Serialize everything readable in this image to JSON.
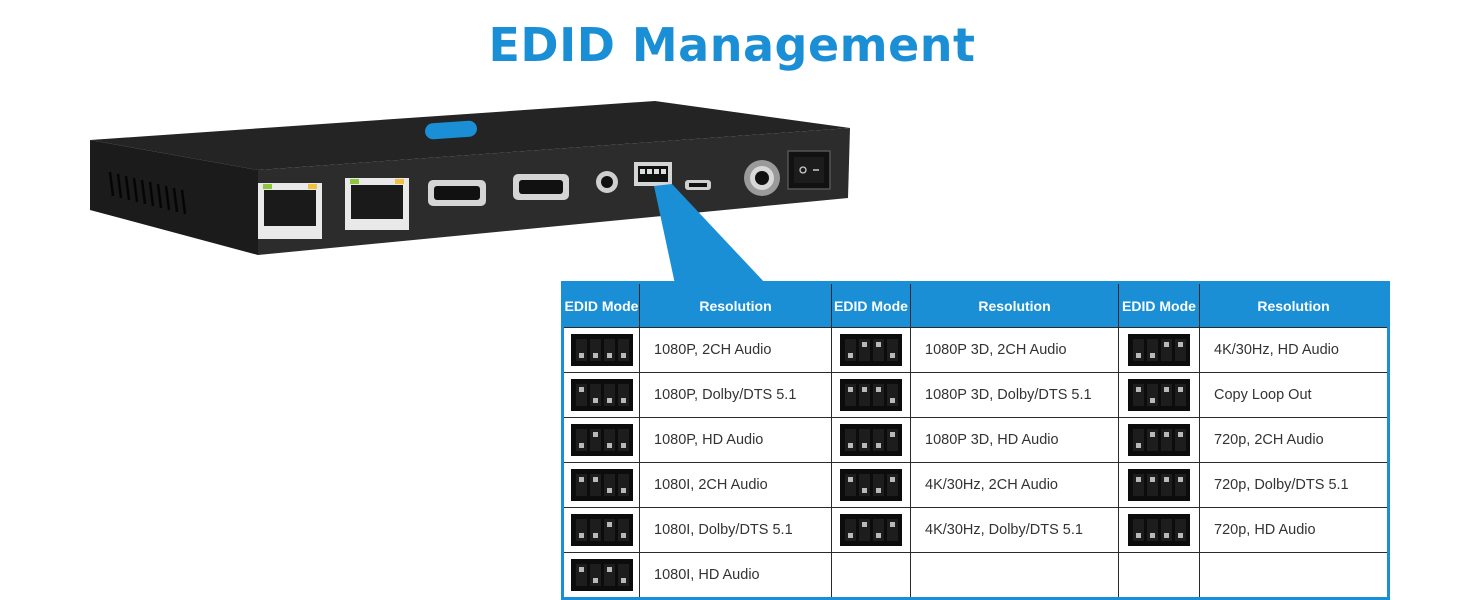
{
  "title": "EDID Management",
  "colors": {
    "accent": "#1a8fd6",
    "device_body": "#2a2a2a"
  },
  "table": {
    "headers": [
      "EDID Mode",
      "Resolution",
      "EDID Mode",
      "Resolution",
      "EDID Mode",
      "Resolution"
    ],
    "rows": [
      [
        {
          "switches": [
            0,
            0,
            0,
            0
          ],
          "label": "1080P, 2CH Audio"
        },
        {
          "switches": [
            0,
            1,
            1,
            0
          ],
          "label": "1080P 3D, 2CH Audio"
        },
        {
          "switches": [
            0,
            0,
            1,
            1
          ],
          "label": "4K/30Hz, HD Audio"
        }
      ],
      [
        {
          "switches": [
            1,
            0,
            0,
            0
          ],
          "label": "1080P, Dolby/DTS 5.1"
        },
        {
          "switches": [
            1,
            1,
            1,
            0
          ],
          "label": "1080P 3D, Dolby/DTS 5.1"
        },
        {
          "switches": [
            1,
            0,
            1,
            1
          ],
          "label": "Copy Loop Out"
        }
      ],
      [
        {
          "switches": [
            0,
            1,
            0,
            0
          ],
          "label": "1080P, HD Audio"
        },
        {
          "switches": [
            0,
            0,
            0,
            1
          ],
          "label": "1080P 3D, HD Audio"
        },
        {
          "switches": [
            0,
            1,
            1,
            1
          ],
          "label": "720p, 2CH Audio"
        }
      ],
      [
        {
          "switches": [
            1,
            1,
            0,
            0
          ],
          "label": "1080I, 2CH Audio"
        },
        {
          "switches": [
            1,
            0,
            0,
            1
          ],
          "label": "4K/30Hz, 2CH Audio"
        },
        {
          "switches": [
            1,
            1,
            1,
            1
          ],
          "label": "720p, Dolby/DTS 5.1"
        }
      ],
      [
        {
          "switches": [
            0,
            0,
            1,
            0
          ],
          "label": "1080I, Dolby/DTS 5.1"
        },
        {
          "switches": [
            0,
            1,
            0,
            1
          ],
          "label": "4K/30Hz, Dolby/DTS 5.1"
        },
        {
          "switches": [
            0,
            0,
            0,
            0
          ],
          "label": "720p, HD Audio"
        }
      ],
      [
        {
          "switches": [
            1,
            0,
            1,
            0
          ],
          "label": "1080I, HD Audio"
        },
        null,
        null
      ]
    ]
  }
}
